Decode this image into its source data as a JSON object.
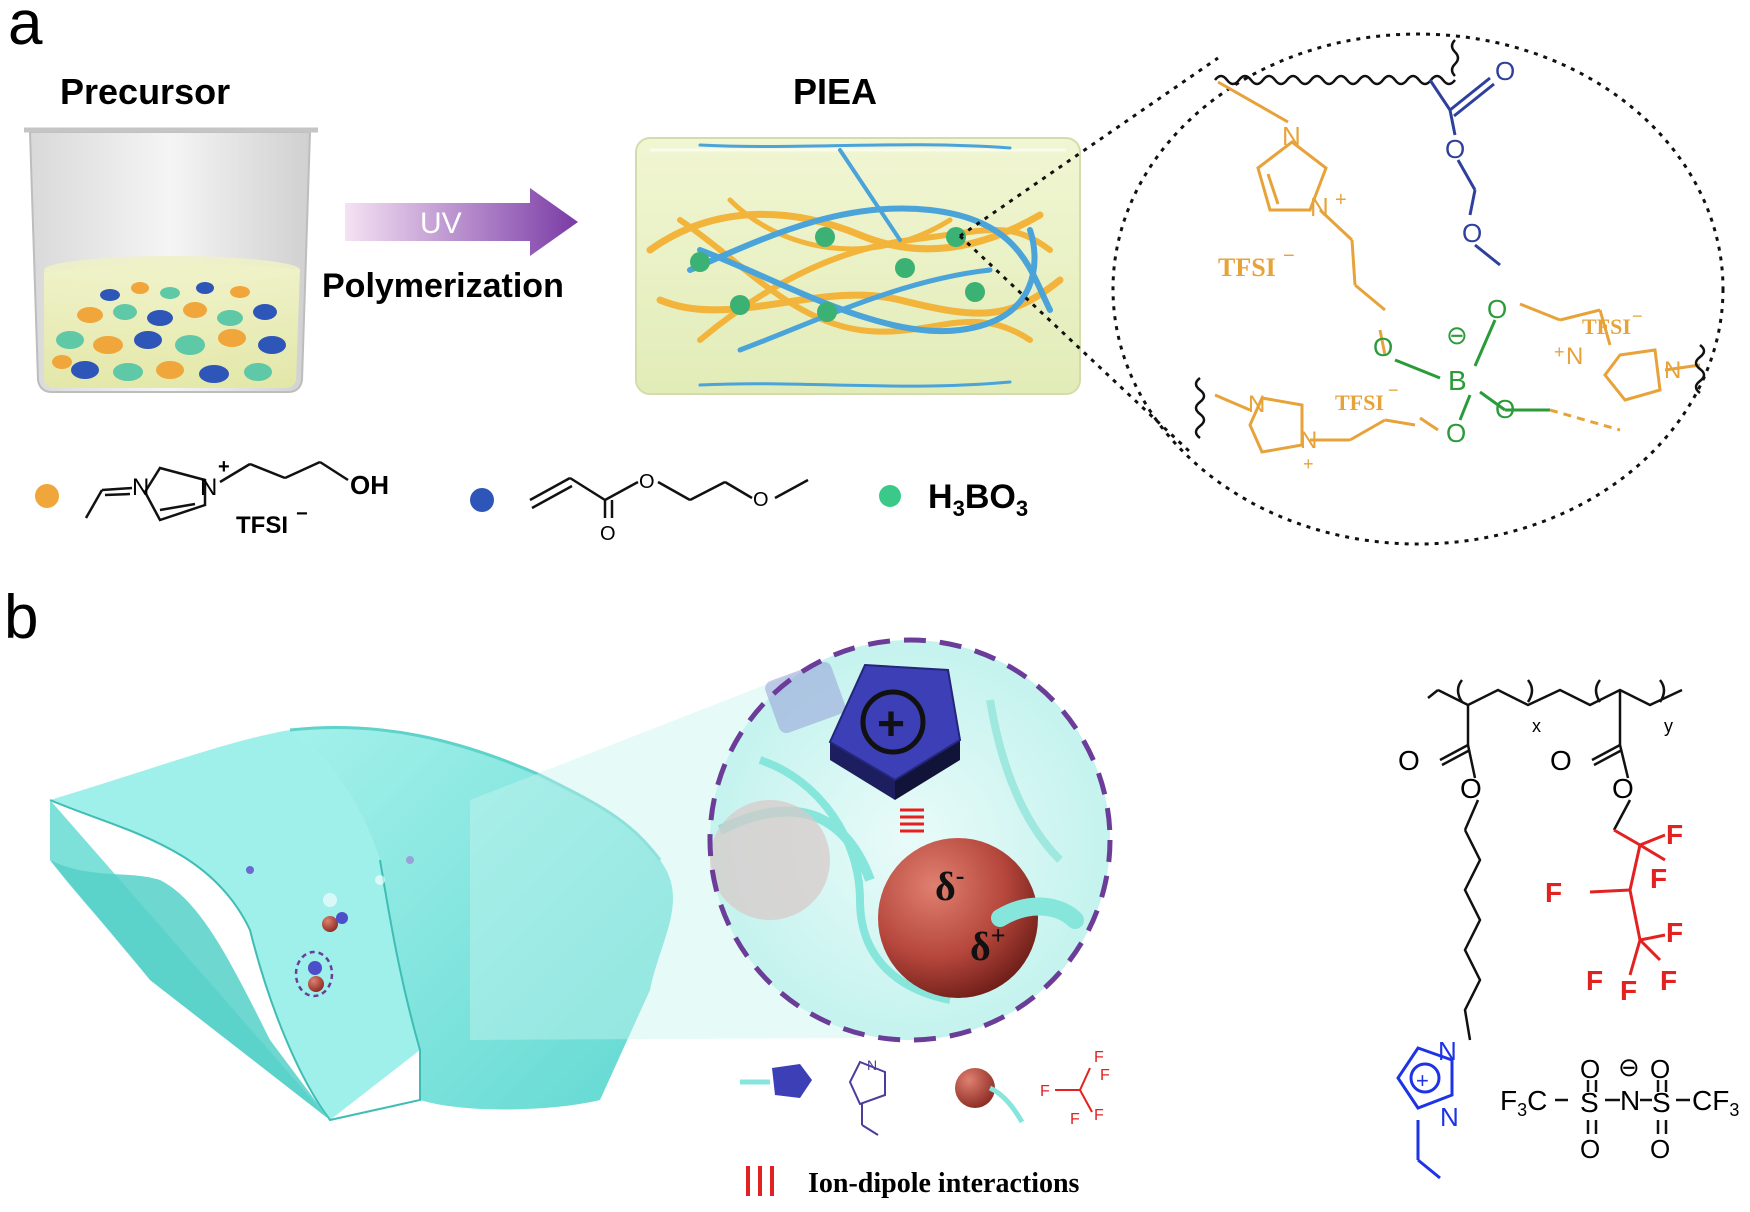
{
  "panel_a": {
    "label": "a",
    "precursor_title": "Precursor",
    "piea_title": "PIEA",
    "arrow_label": "UV",
    "arrow_caption": "Polymerization",
    "legend": {
      "monomer1_anion": "TFSI",
      "monomer1_charge": "−",
      "monomer1_cation_charge": "+",
      "monomer1_oh": "OH",
      "monomer1_n": "N",
      "monomer2_o1": "O",
      "monomer2_o2": "O",
      "monomer2_o3": "O",
      "boric_acid": "H3BO3"
    },
    "zoom": {
      "tfsi_1": "TFSI",
      "tfsi_2": "TFSI",
      "tfsi_3": "TFSI",
      "boron": "B",
      "borate_charge": "⊖",
      "n_label": "N",
      "n_plus": "N",
      "o_label": "O",
      "plus": "+",
      "minus": "−"
    },
    "colors": {
      "orange": "#e7a33a",
      "blue": "#2e3f9e",
      "green": "#2b9b3a",
      "arrow_start": "#f0d6ee",
      "arrow_end": "#7b3aa6"
    }
  },
  "panel_b": {
    "label": "b",
    "legend_caption": "Ion-dipole interactions",
    "delta_minus": "δ",
    "delta_minus_sup": "-",
    "delta_plus": "δ",
    "delta_plus_sup": "+",
    "plus_symbol": "+",
    "legend_n": "N",
    "legend_f": "F",
    "structure": {
      "x": "x",
      "y": "y",
      "o": "O",
      "n": "N",
      "f": "F",
      "s": "S",
      "cf3_left": "F3C",
      "cf3_right": "CF3",
      "anion_charge": "⊖",
      "cation_charge": "+"
    },
    "colors": {
      "cyan": "#7fe3de",
      "purple_dash": "#6b3d99",
      "sphere_red": "#b5463c",
      "pentagon_blue": "#4b4fc9",
      "fluoro_red": "#e32121"
    }
  }
}
